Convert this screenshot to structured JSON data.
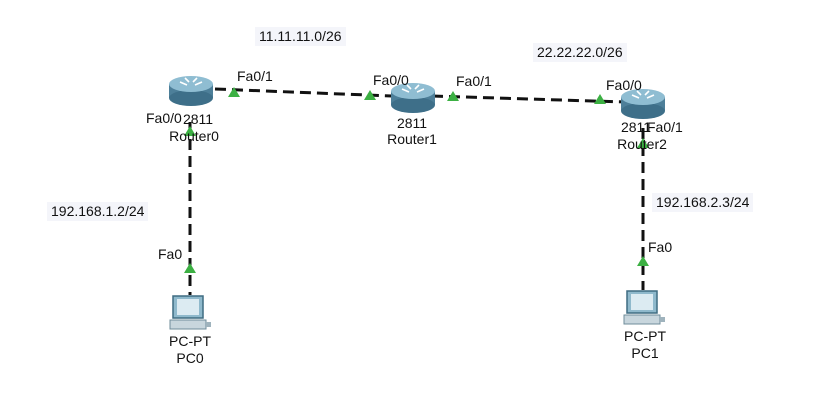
{
  "networks": {
    "net_r0_r1": "11.11.11.0/26",
    "net_r1_r2": "22.22.22.0/26",
    "pc0_ip": "192.168.1.2/24",
    "pc1_ip": "192.168.2.3/24"
  },
  "devices": {
    "router0": {
      "model": "2811",
      "name": "Router0",
      "icon": "router-icon"
    },
    "router1": {
      "model": "2811",
      "name": "Router1",
      "icon": "router-icon"
    },
    "router2": {
      "model": "2811",
      "name": "Router2",
      "icon": "router-icon"
    },
    "pc0": {
      "model": "PC-PT",
      "name": "PC0",
      "icon": "pc-icon"
    },
    "pc1": {
      "model": "PC-PT",
      "name": "PC1",
      "icon": "pc-icon"
    }
  },
  "ports": {
    "r0_fa01": "Fa0/1",
    "r0_fa00": "Fa0/0",
    "r1_fa00": "Fa0/0",
    "r1_fa01": "Fa0/1",
    "r2_fa00": "Fa0/0",
    "r2_fa01": "Fa0/1",
    "pc0_fa0": "Fa0",
    "pc1_fa0": "Fa0"
  },
  "colors": {
    "link": "#111111",
    "link_up": "#3cb043",
    "router_body": "#5f93ad",
    "pc_body": "#6e9fb5"
  }
}
